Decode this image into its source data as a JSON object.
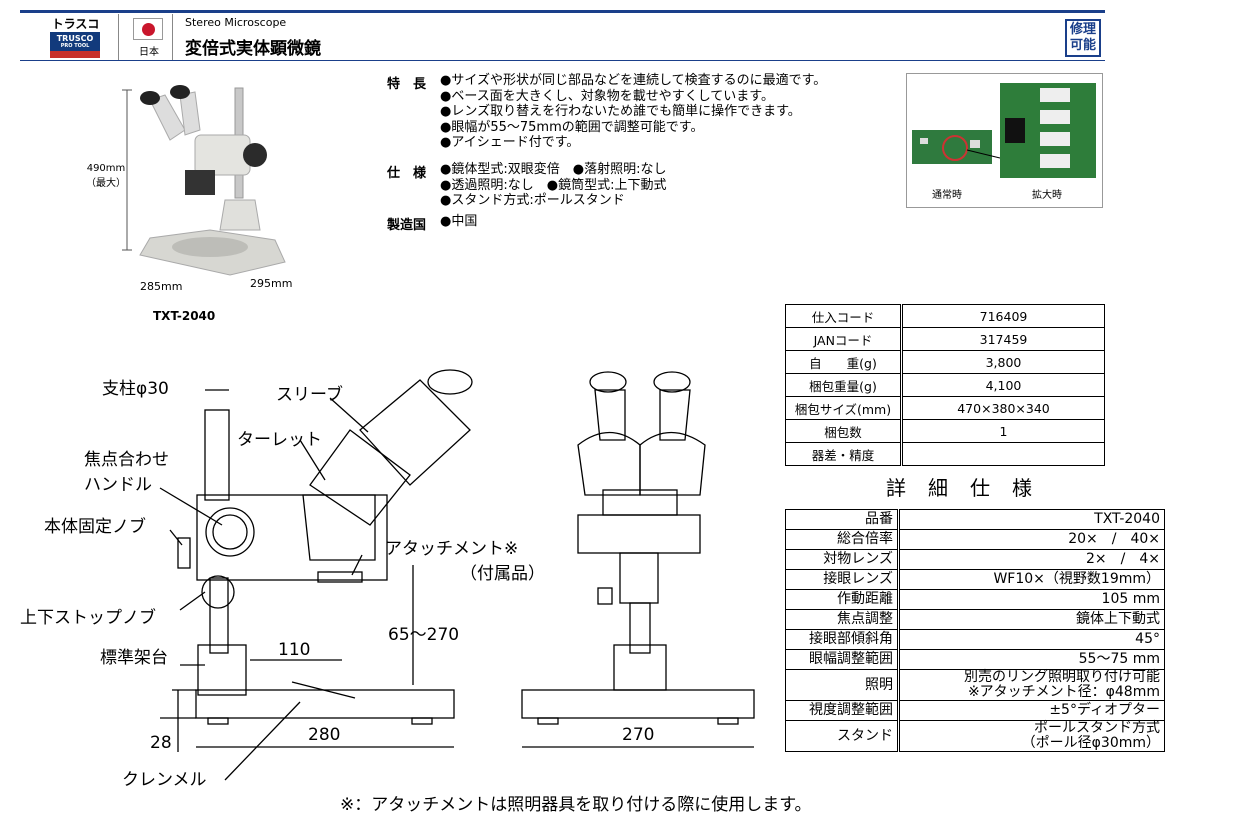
{
  "header": {
    "brand": "トラスコ",
    "logo": "TRUSCO",
    "logo_sub": "PRO TOOL",
    "country": "日本",
    "subtitle": "Stereo Microscope",
    "title": "変倍式実体顕微鏡",
    "badge_line1": "修理",
    "badge_line2": "可能"
  },
  "photo": {
    "height_dim": "490mm",
    "height_note": "（最大）",
    "depth_dim": "285mm",
    "width_dim": "295mm",
    "model": "TXT-2040"
  },
  "features": {
    "label_features": "特　長",
    "items": [
      "●サイズや形状が同じ部品などを連続して検査するのに最適です。",
      "●ベース面を大きくし、対象物を載せやすくしています。",
      "●レンズ取り替えを行わないため誰でも簡単に操作できます。",
      "●眼幅が55～75mmの範囲で調整可能です。",
      "●アイシェード付です。"
    ],
    "label_specs": "仕　様",
    "spec_items": [
      "●鏡体型式:双眼変倍　●落射照明:なし",
      "●透過照明:なし　●鏡筒型式:上下動式",
      "●スタンド方式:ポールスタンド"
    ],
    "label_origin": "製造国",
    "origin": "●中国"
  },
  "inset": {
    "caption_normal": "通常時",
    "caption_zoom": "拡大時"
  },
  "info_table": [
    {
      "key": "仕入コード",
      "value": "716409"
    },
    {
      "key": "JANコード",
      "value": "317459"
    },
    {
      "key": "自　　重(g)",
      "value": "3,800"
    },
    {
      "key": "梱包重量(g)",
      "value": "4,100"
    },
    {
      "key": "梱包サイズ(mm)",
      "value": "470×380×340"
    },
    {
      "key": "梱包数",
      "value": "1"
    },
    {
      "key": "器差・精度",
      "value": ""
    }
  ],
  "spec_title": "詳細仕様",
  "spec_table": [
    {
      "key": "品番",
      "value": "TXT-2040"
    },
    {
      "key": "総合倍率",
      "value": "20×　/　40×"
    },
    {
      "key": "対物レンズ",
      "value": "2×　/　4×"
    },
    {
      "key": "接眼レンズ",
      "value": "WF10×（視野数19mm）"
    },
    {
      "key": "作動距離",
      "value": "105 mm"
    },
    {
      "key": "焦点調整",
      "value": "鏡体上下動式"
    },
    {
      "key": "接眼部傾斜角",
      "value": "45°"
    },
    {
      "key": "眼幅調整範囲",
      "value": "55～75 mm"
    },
    {
      "key": "照明",
      "value": "別売のリング照明取り付け可能",
      "value2": "※アタッチメント径：φ48mm"
    },
    {
      "key": "視度調整範囲",
      "value": "±5°ディオプター"
    },
    {
      "key": "スタンド",
      "value": "ポールスタンド方式",
      "value2": "（ポール径φ30mm）"
    }
  ],
  "drawing": {
    "pillar": "支柱φ30",
    "sleeve": "スリーブ",
    "turret": "ターレット",
    "focus1": "焦点合わせ",
    "focus2": "ハンドル",
    "body_lock": "本体固定ノブ",
    "attach1": "アタッチメント※",
    "attach2": "（付属品）",
    "stop_knob": "上下ストップノブ",
    "stand": "標準架台",
    "dim_110": "110",
    "dim_65_270": "65～270",
    "dim_28": "28",
    "dim_280": "280",
    "dim_270": "270",
    "clamp": "クレンメル"
  },
  "footnote": "※：アタッチメントは照明器具を取り付ける際に使用します。"
}
